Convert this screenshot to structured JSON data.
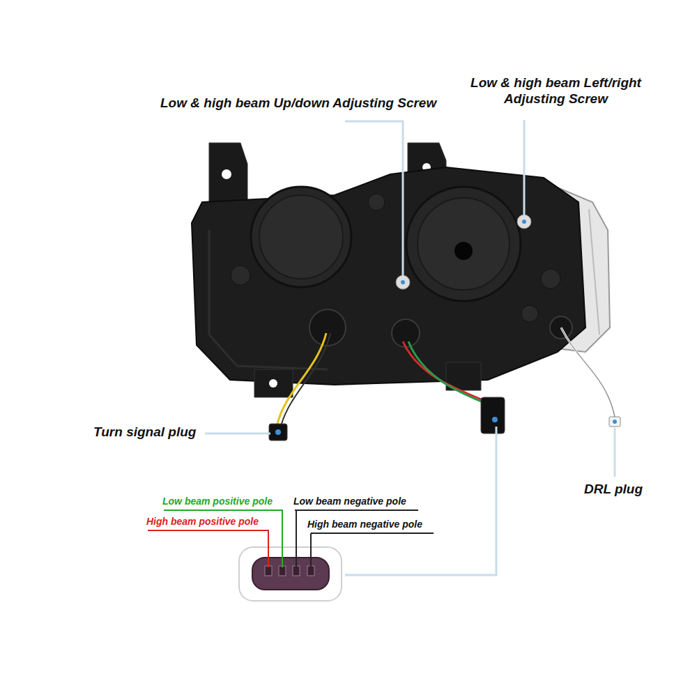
{
  "diagram": {
    "labels": [
      "Low & high beam Up/down Adjusting Screw",
      "Low & high beam Left/right Adjusting Screw",
      "Turn signal plug",
      "DRL plug",
      "Low beam positive pole",
      "Low beam negative pole",
      "High beam positive pole",
      "High beam negative pole"
    ]
  }
}
